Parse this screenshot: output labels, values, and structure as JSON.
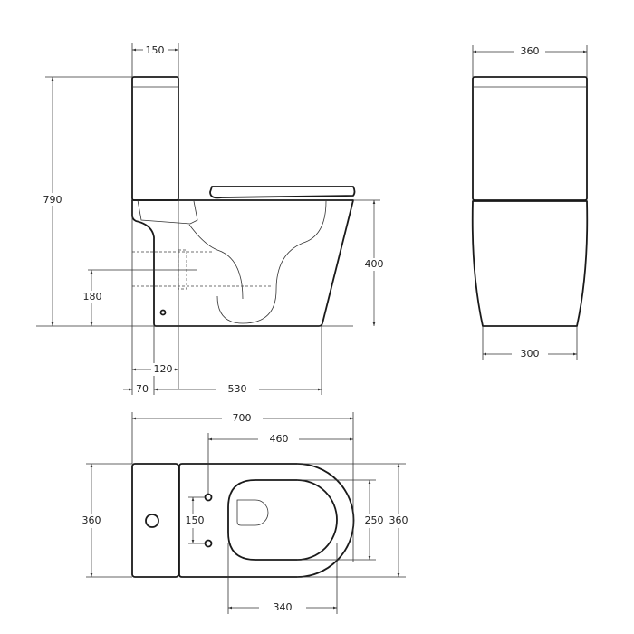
{
  "dimensions": {
    "side": {
      "tank_depth": "150",
      "total_height": "790",
      "seat_height": "400",
      "outlet_height": "180",
      "outlet_offset": "120",
      "wall_gap": "70",
      "bowl_length": "530"
    },
    "front": {
      "tank_width": "360",
      "base_width": "300"
    },
    "top": {
      "total_length": "700",
      "hole_to_front": "460",
      "width_left": "360",
      "hole_spacing": "150",
      "inner_width": "250",
      "width_right": "360",
      "inner_length": "340"
    }
  },
  "colors": {
    "line": "#1a1a1a",
    "background": "#ffffff"
  }
}
